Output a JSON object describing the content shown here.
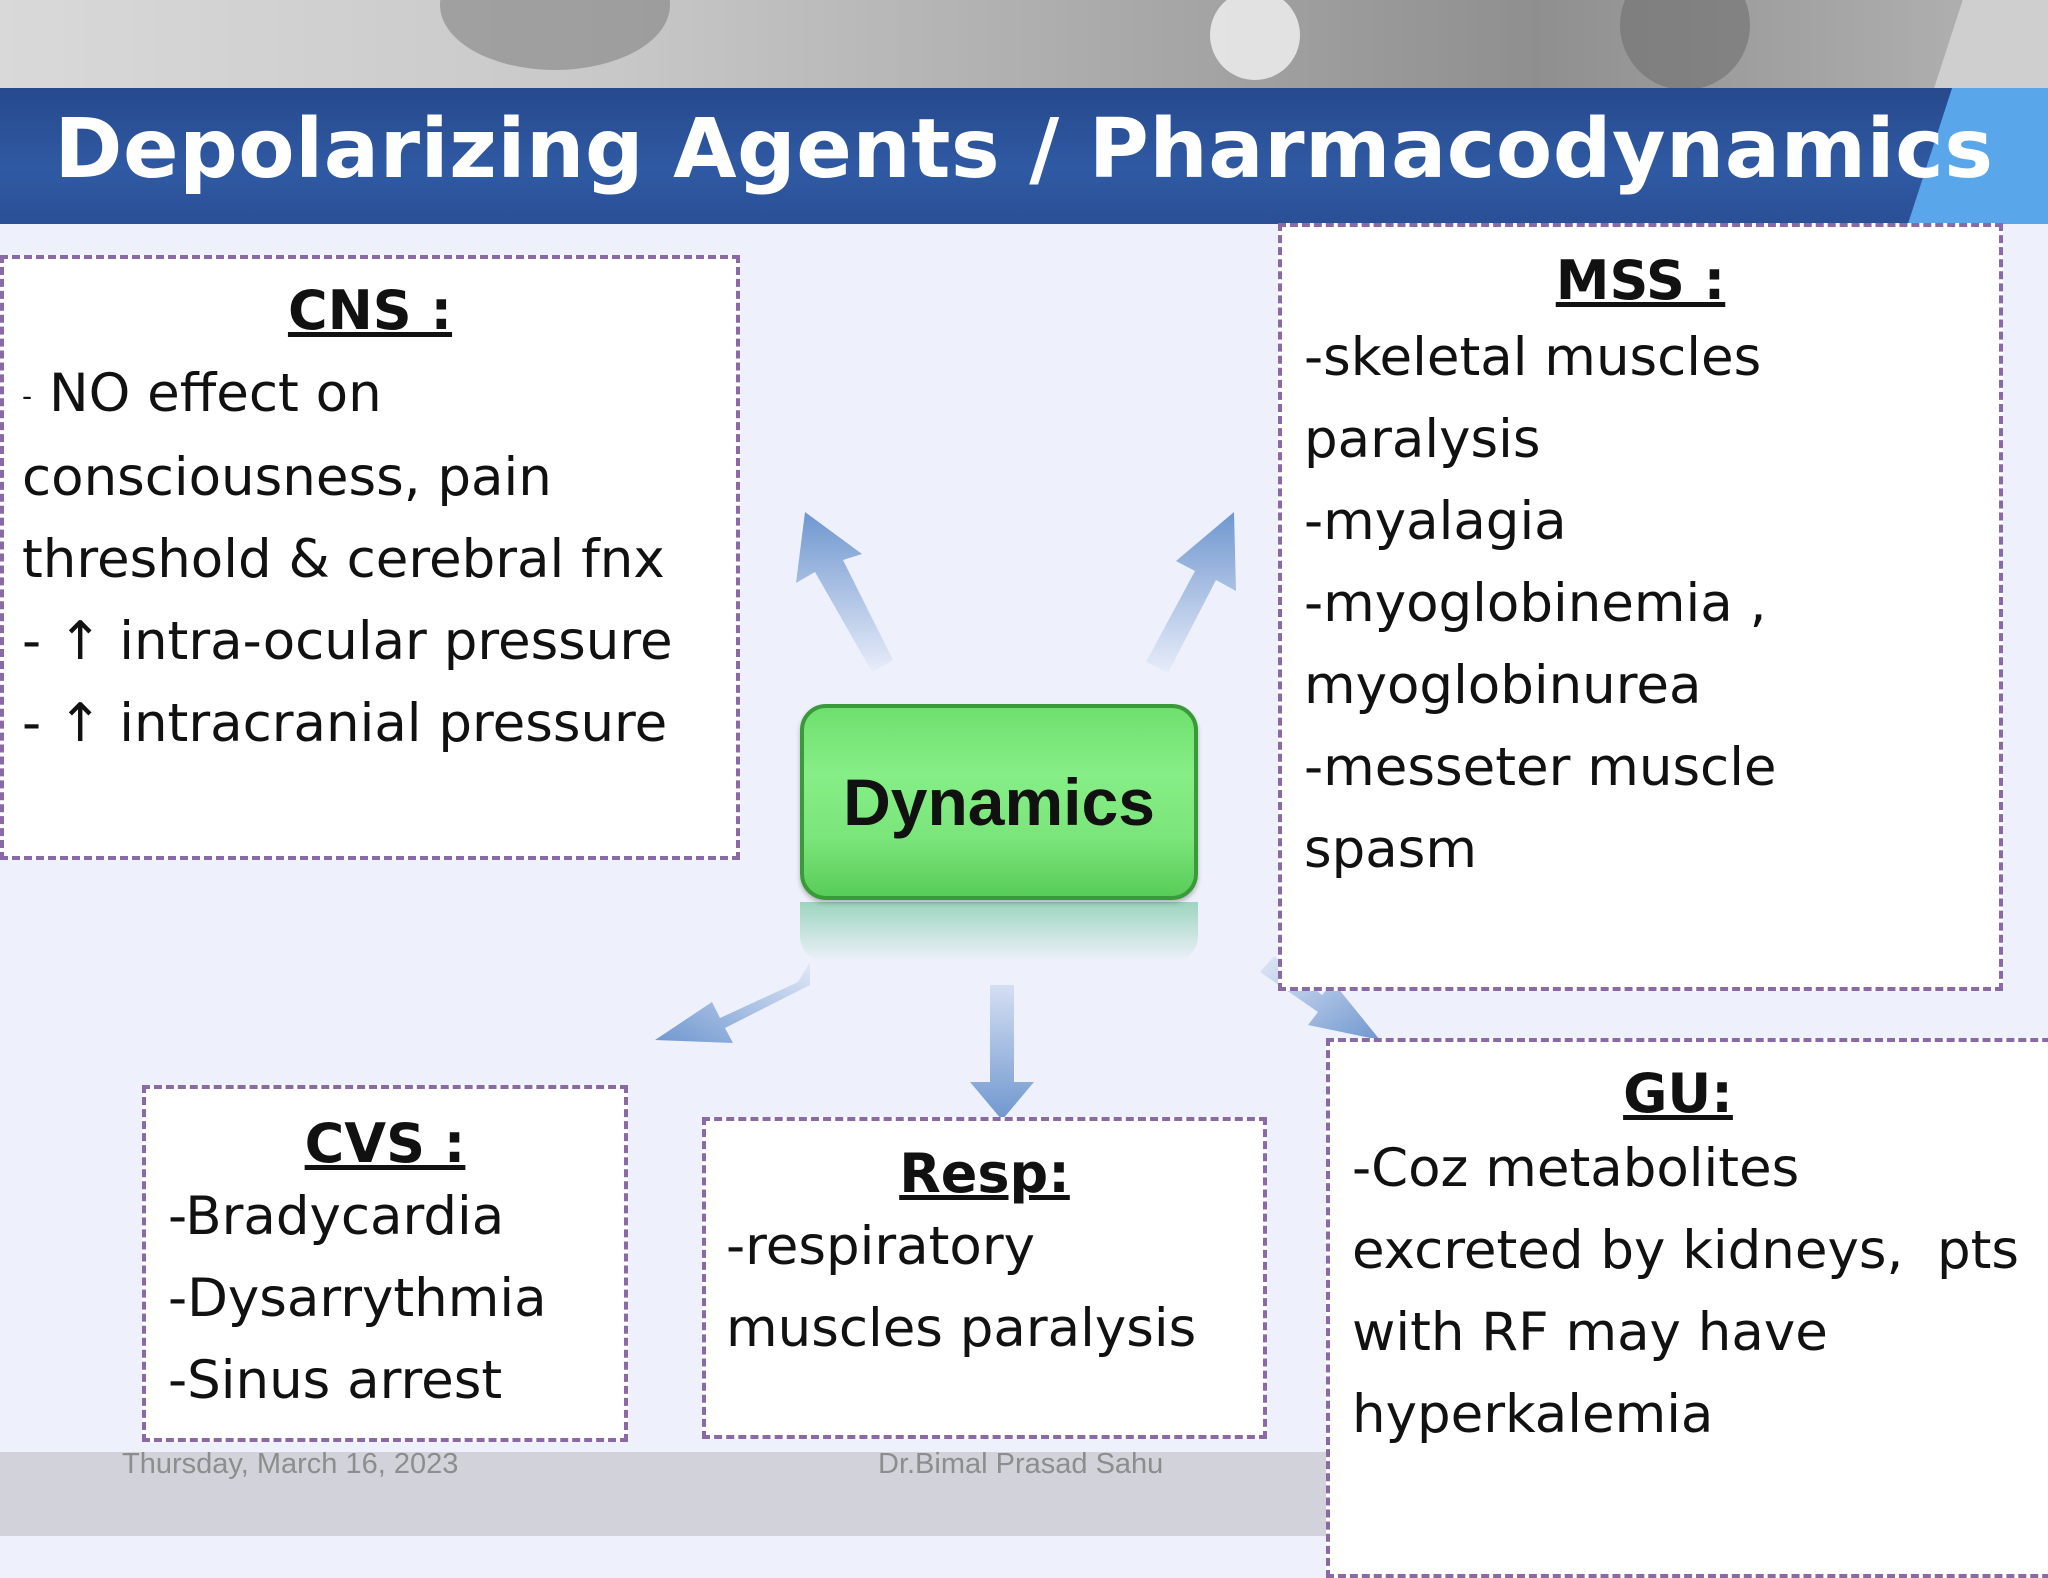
{
  "slide": {
    "title": "Depolarizing Agents / Pharmacodynamics",
    "center_label": "Dynamics",
    "footer": {
      "date": "Thursday, March 16, 2023",
      "author": "Dr.Bimal Prasad Sahu"
    }
  },
  "panels": {
    "cns": {
      "title": "CNS :",
      "lines": [
        "NO effect on",
        "consciousness, pain",
        "threshold & cerebral fnx",
        "- ↑ intra-ocular pressure",
        "- ↑ intracranial pressure"
      ],
      "first_line_prefix": "-"
    },
    "mss": {
      "title": "MSS :",
      "lines": [
        "-skeletal muscles",
        "paralysis",
        "-myalagia",
        "-myoglobinemia ,",
        "myoglobinurea",
        "-messeter muscle",
        "spasm"
      ]
    },
    "cvs": {
      "title": "CVS :",
      "lines": [
        "-Bradycardia",
        "-Dysarrythmia",
        "-Sinus arrest"
      ]
    },
    "resp": {
      "title": "Resp:",
      "lines": [
        "-respiratory",
        "muscles paralysis"
      ]
    },
    "gu": {
      "title": "GU:",
      "lines": [
        "-Coz metabolites",
        "excreted by kidneys,  pts",
        "with RF may have",
        "hyperkalemia"
      ]
    }
  },
  "colors": {
    "title_band": "#2f5aa3",
    "panel_border": "#8a6aa6",
    "center_box": "#7ae57a",
    "arrow": "#6f97cf"
  }
}
